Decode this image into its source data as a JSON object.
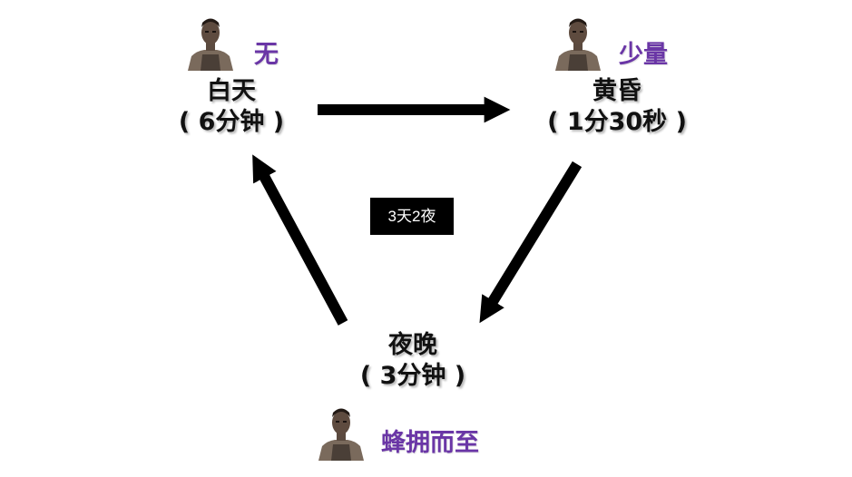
{
  "cycle_label": "3天2夜",
  "phases": {
    "day": {
      "name": "白天",
      "duration": "( 6分钟 )",
      "zombies": "无"
    },
    "dusk": {
      "name": "黄昏",
      "duration": "( 1分30秒 )",
      "zombies": "少量"
    },
    "night": {
      "name": "夜晚",
      "duration": "( 3分钟 )",
      "zombies": "蜂拥而至"
    }
  },
  "colors": {
    "zombie_label": "#6a36a6",
    "arrow": "#000000",
    "badge_bg": "#000000",
    "badge_text": "#ffffff"
  },
  "icons": {
    "character": "zombie-man-icon"
  }
}
